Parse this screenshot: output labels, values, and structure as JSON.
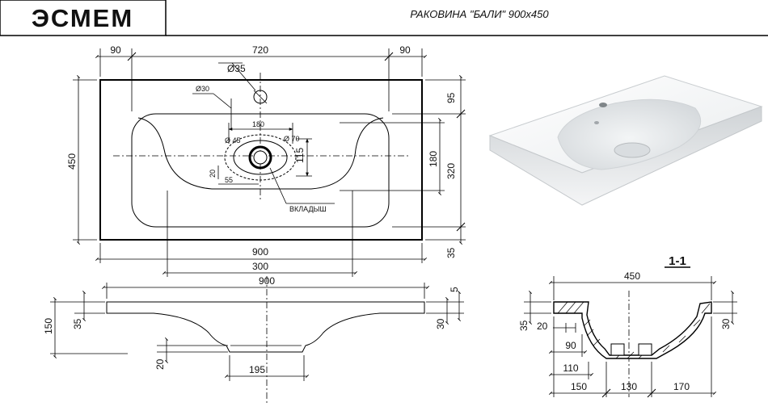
{
  "header": {
    "logo_text": "ЭСМЕМ",
    "title": "РАКОВИНА \"БАЛИ\" 900х450"
  },
  "top_view": {
    "dims": {
      "left_margin": "90",
      "span": "720",
      "right_margin": "90",
      "tap_hole": "Ø35",
      "overflow_hole": "Ø30",
      "bowl_inner": "180",
      "drain_outer": "Ø 70",
      "drain_inner": "Ø 45",
      "drain_offset_y": "115",
      "drain_offset_x": "55",
      "drain_small": "20",
      "insert_label": "ВКЛАДЫШ",
      "depth_total": "450",
      "top_margin": "95",
      "bowl_height": "180",
      "bowl_depth": "320",
      "bottom_margin": "35",
      "width_total": "900",
      "bowl_width": "300"
    }
  },
  "front_view": {
    "dims": {
      "width_total": "900",
      "height_total": "150",
      "rim_thickness": "35",
      "edge_right": "5",
      "edge_right_height": "30",
      "foot_height": "20",
      "foot_width": "195"
    }
  },
  "section_view": {
    "label": "1-1",
    "dims": {
      "width_total": "450",
      "rim_left": "35",
      "step": "20",
      "rim_right": "30",
      "offset_90": "90",
      "offset_110": "110",
      "seg_150": "150",
      "seg_130": "130",
      "seg_170": "170"
    }
  }
}
